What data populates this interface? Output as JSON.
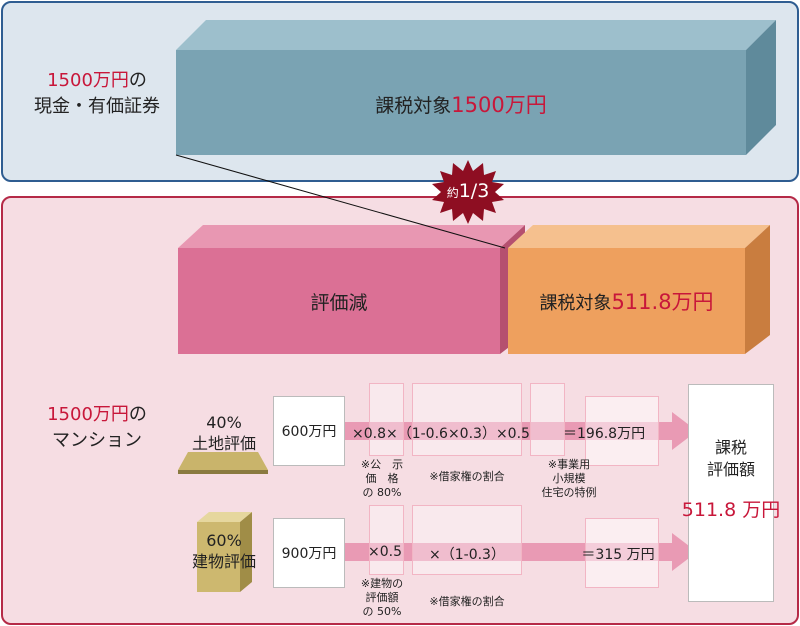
{
  "colors": {
    "teal": "#7aa3b3",
    "pink": "#db7095",
    "orange": "#eea05e",
    "red": "#c8173a",
    "badge": "#8e0e22"
  },
  "top": {
    "left_label_amount": "1500万円",
    "left_label_suffix": "の",
    "left_label_line2": "現金・有価証券",
    "block_label_prefix": "課税対象",
    "block_label_amount": "1500万円"
  },
  "badge": {
    "prefix": "約",
    "value": "1/3"
  },
  "bottom": {
    "left_label_amount": "1500万円",
    "left_label_suffix": "の",
    "left_label_line2": "マンション",
    "reduction_label": "評価減",
    "taxable_prefix": "課税対象",
    "taxable_amount": "511.8万円"
  },
  "land": {
    "percent": "40%",
    "name": "土地評価",
    "base": "600万円",
    "formula": "×0.8×（1-0.6×0.3）×0.5",
    "result": "＝196.8万円",
    "note_public": "※公　示\n価　格\nの 80%",
    "note_rental": "※借家権の割合",
    "note_small": "※事業用\n小規模\n住宅の特例"
  },
  "building": {
    "percent": "60%",
    "name": "建物評価",
    "base": "900万円",
    "formula_a": "×0.5",
    "formula_b": "×（1-0.3）",
    "result": "＝315 万円",
    "note_eval": "※建物の\n評価額\nの 50%",
    "note_rental": "※借家権の割合"
  },
  "total": {
    "line1": "課税",
    "line2": "評価額",
    "amount": "511.8 万円"
  }
}
